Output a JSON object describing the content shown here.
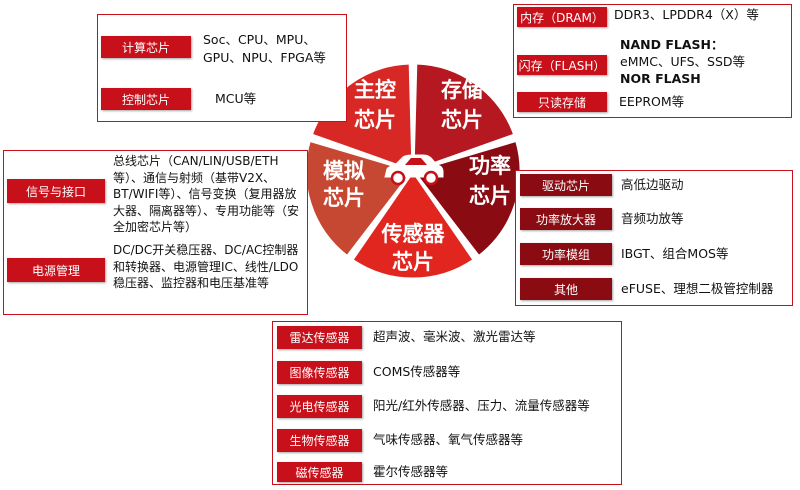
{
  "wheel": {
    "segments": [
      {
        "line1": "主控",
        "line2": "芯片",
        "color": "#d82826"
      },
      {
        "line1": "存储",
        "line2": "芯片",
        "color": "#b51820"
      },
      {
        "line1": "功率",
        "line2": "芯片",
        "color": "#8a0b12"
      },
      {
        "line1": "传感器",
        "line2": "芯片",
        "color": "#e1261f"
      },
      {
        "line1": "模拟",
        "line2": "芯片",
        "color": "#c64832"
      }
    ],
    "center_icon": "car-icon"
  },
  "main_control": {
    "items": [
      {
        "label": "计算芯片",
        "desc1": "Soc、CPU、MPU、",
        "desc2": "GPU、NPU、FPGA等"
      },
      {
        "label": "控制芯片",
        "desc1": "MCU等"
      }
    ]
  },
  "storage": {
    "items": [
      {
        "label": "内存（DRAM）",
        "desc1": "DDR3、LPDDR4（X）等"
      },
      {
        "label": "闪存（FLASH）",
        "desc1": "NAND FLASH：",
        "desc2": "eMMC、UFS、SSD等",
        "desc3": "NOR FLASH"
      },
      {
        "label": "只读存储",
        "desc1": "EEPROM等"
      }
    ]
  },
  "power": {
    "items": [
      {
        "label": "驱动芯片",
        "desc1": "高低边驱动"
      },
      {
        "label": "功率放大器",
        "desc1": "音频功放等"
      },
      {
        "label": "功率模组",
        "desc1": "IBGT、组合MOS等"
      },
      {
        "label": "其他",
        "desc1": "eFUSE、理想二极管控制器"
      }
    ]
  },
  "analog": {
    "items": [
      {
        "label": "信号与接口",
        "desc1": "总线芯片（CAN/LIN/USB/ETH等）、通信与射频（基带V2X、BT/WIFI等）、信号变换（复用器放大器、隔离器等）、专用功能等（安全加密芯片等）"
      },
      {
        "label": "电源管理",
        "desc1": "DC/DC开关稳压器、DC/AC控制器和转换器、电源管理IC、线性/LDO稳压器、监控器和电压基准等"
      }
    ]
  },
  "sensor": {
    "items": [
      {
        "label": "雷达传感器",
        "desc1": "超声波、毫米波、激光雷达等"
      },
      {
        "label": "图像传感器",
        "desc1": "COMS传感器等"
      },
      {
        "label": "光电传感器",
        "desc1": "阳光/红外传感器、压力、流量传感器等"
      },
      {
        "label": "生物传感器",
        "desc1": "气味传感器、氧气传感器等"
      },
      {
        "label": "磁传感器",
        "desc1": "霍尔传感器等"
      }
    ]
  }
}
